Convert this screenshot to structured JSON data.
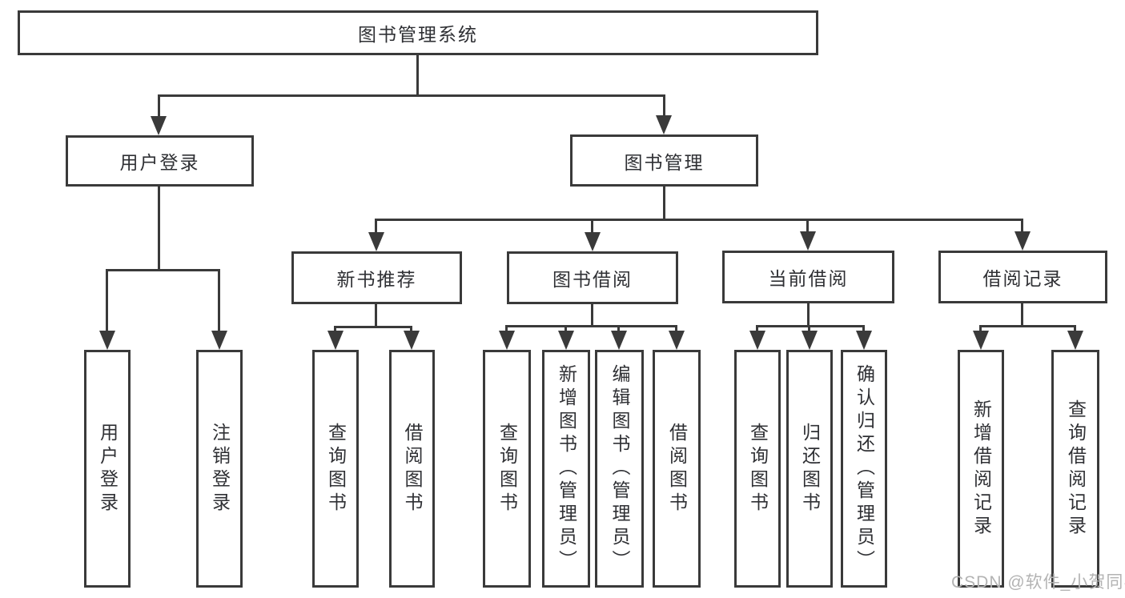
{
  "diagram": {
    "title": "图书管理系统",
    "level2": {
      "user_login": "用户登录",
      "book_mgmt": "图书管理"
    },
    "level3": {
      "new_book": "新书推荐",
      "book_borrow": "图书借阅",
      "current_borrow": "当前借阅",
      "borrow_records": "借阅记录"
    },
    "leaves": {
      "user_login": [
        "用户登录",
        "注销登录"
      ],
      "new_book": [
        "查询图书",
        "借阅图书"
      ],
      "book_borrow": [
        "查询图书",
        "新增图书（管理员）",
        "编辑图书（管理员）",
        "借阅图书"
      ],
      "current_borrow": [
        "查询图书",
        "归还图书",
        "确认归还（管理员）"
      ],
      "borrow_records": [
        "新增借阅记录",
        "查询借阅记录"
      ]
    }
  },
  "watermark": "CSDN @软件_小贺同学",
  "colors": {
    "line": "#3a3a3a",
    "text": "#2f3034",
    "watermark": "#b3b3b3",
    "background": "#ffffff"
  }
}
